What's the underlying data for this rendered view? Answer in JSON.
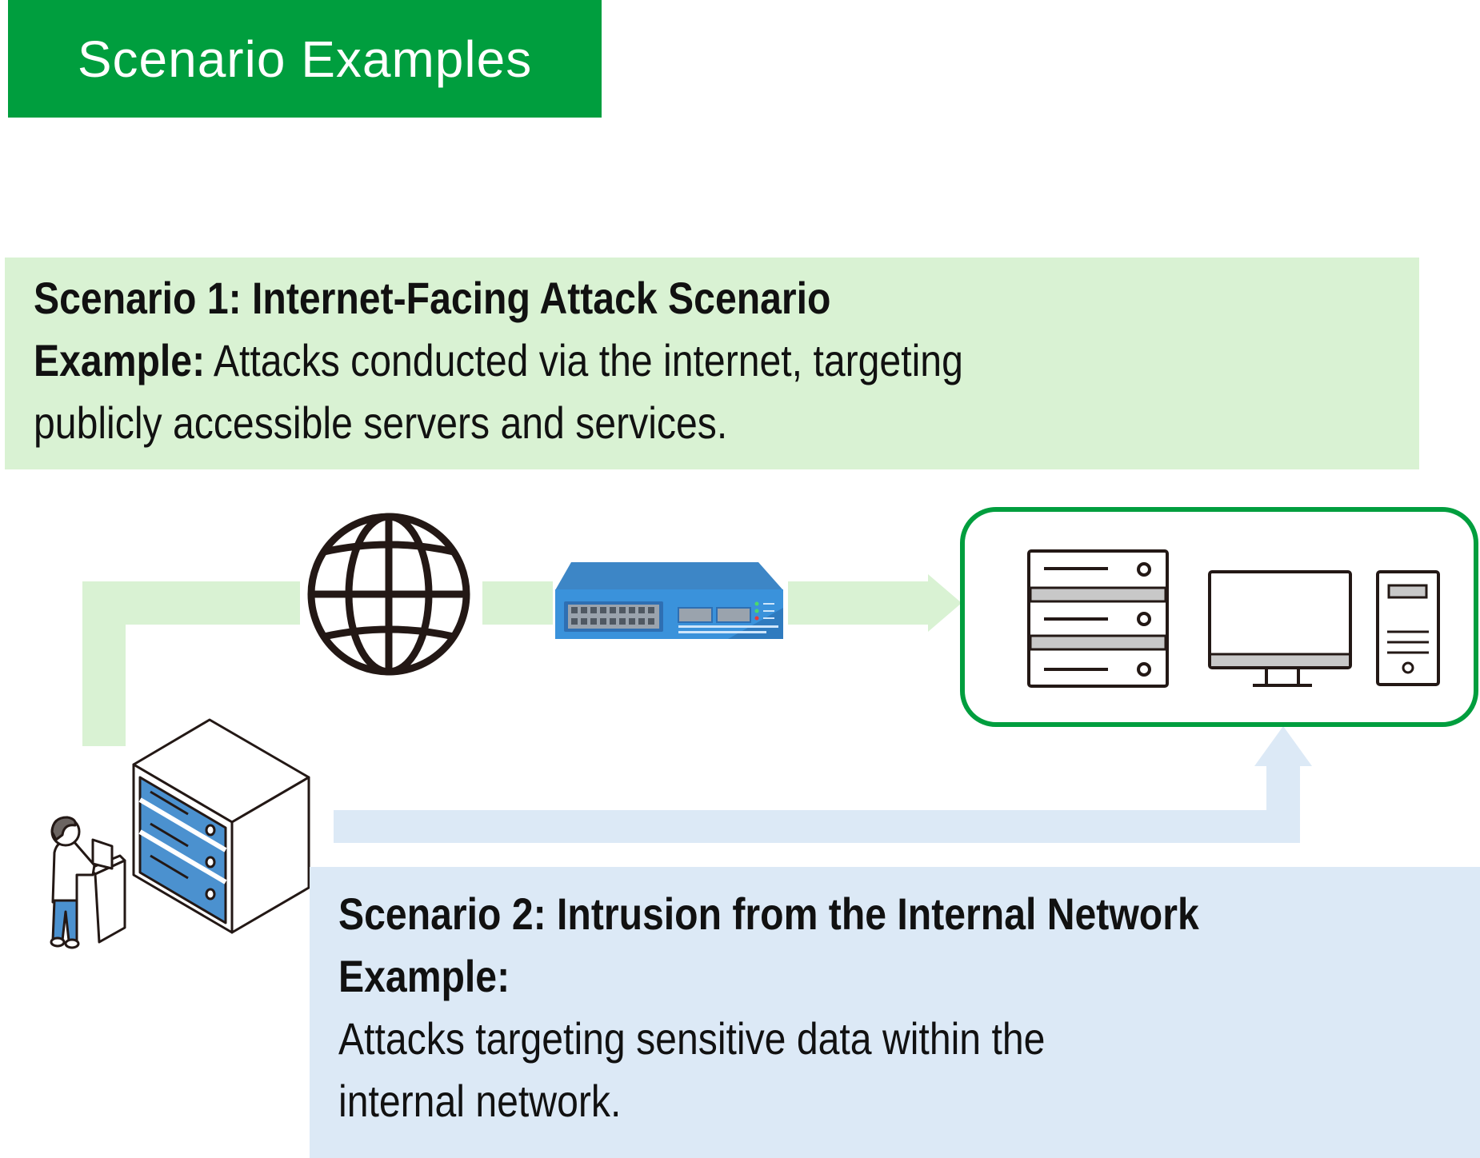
{
  "header": {
    "title": "Scenario Examples",
    "color": "#009e3e"
  },
  "scenario1": {
    "title": "Scenario 1: Internet-Facing Attack Scenario",
    "example_label": "Example:",
    "example_text_line1": " Attacks conducted via the internet, targeting",
    "example_text_line2": "publicly accessible servers and services.",
    "color": "#d9f2d3"
  },
  "scenario2": {
    "title": "Scenario 2: Intrusion from the Internal Network",
    "example_label": "Example:",
    "example_text_line1": "Attacks targeting sensitive data within the",
    "example_text_line2": "internal network.",
    "color": "#dce9f6"
  },
  "icons": {
    "globe": "globe-icon",
    "network_switch": "network-switch-icon",
    "rack_server": "rack-server-icon",
    "monitor": "monitor-icon",
    "desktop_tower": "desktop-tower-icon",
    "server_cabinet": "server-cabinet-icon",
    "person": "person-at-terminal-icon"
  }
}
